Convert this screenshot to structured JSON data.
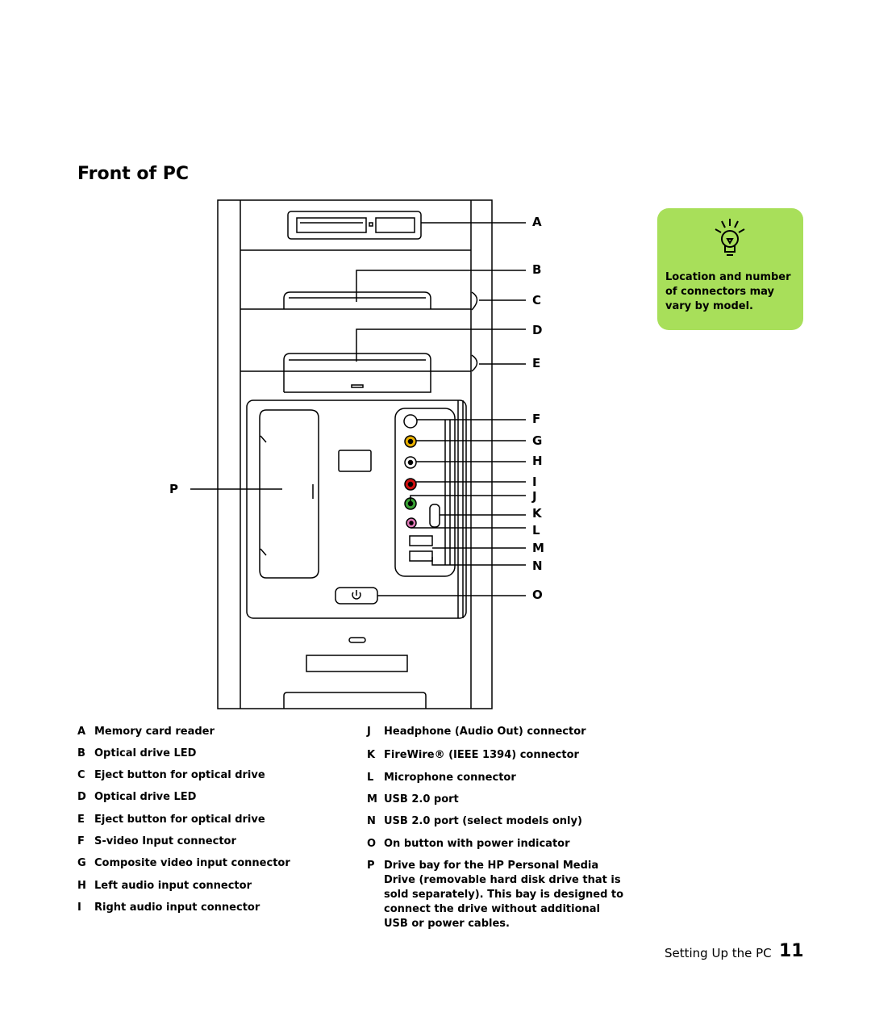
{
  "heading": "Front of PC",
  "callouts": [
    "A",
    "B",
    "C",
    "D",
    "E",
    "F",
    "G",
    "H",
    "I",
    "J",
    "K",
    "L",
    "M",
    "N",
    "O"
  ],
  "callout_p": "P",
  "tip": {
    "icon": "lightbulb-icon",
    "text": "Location and number of connectors may vary by model.",
    "color": "#a8df5a"
  },
  "legend_left": [
    {
      "key": "A",
      "text": "Memory card reader"
    },
    {
      "key": "B",
      "text": "Optical drive LED"
    },
    {
      "key": "C",
      "text": "Eject button for optical drive"
    },
    {
      "key": "D",
      "text": "Optical drive LED"
    },
    {
      "key": "E",
      "text": "Eject button for optical drive"
    },
    {
      "key": "F",
      "text": "S-video Input connector"
    },
    {
      "key": "G",
      "text": "Composite video input connector"
    },
    {
      "key": "H",
      "text": "Left audio input connector"
    },
    {
      "key": "I",
      "text": "Right audio input connector"
    }
  ],
  "legend_right": [
    {
      "key": "J",
      "text": "Headphone (Audio Out) connector"
    },
    {
      "key": "K",
      "text": "FireWire® (IEEE 1394) connector"
    },
    {
      "key": "L",
      "text": "Microphone connector"
    },
    {
      "key": "M",
      "text": "USB 2.0 port"
    },
    {
      "key": "N",
      "text": "USB 2.0 port (select models only)"
    },
    {
      "key": "O",
      "text": "On button with power indicator"
    },
    {
      "key": "P",
      "text": "Drive bay for the HP Personal Media Drive (removable hard disk drive that is sold separately). This bay is designed to connect the drive without additional USB or power cables."
    }
  ],
  "footer": {
    "section": "Setting Up the PC",
    "page": "11"
  },
  "connector_colors": {
    "composite": "#e8b000",
    "left_audio": "#ffffff",
    "right_audio": "#d21010",
    "headphone": "#3aa335",
    "microphone": "#e07ab8"
  }
}
